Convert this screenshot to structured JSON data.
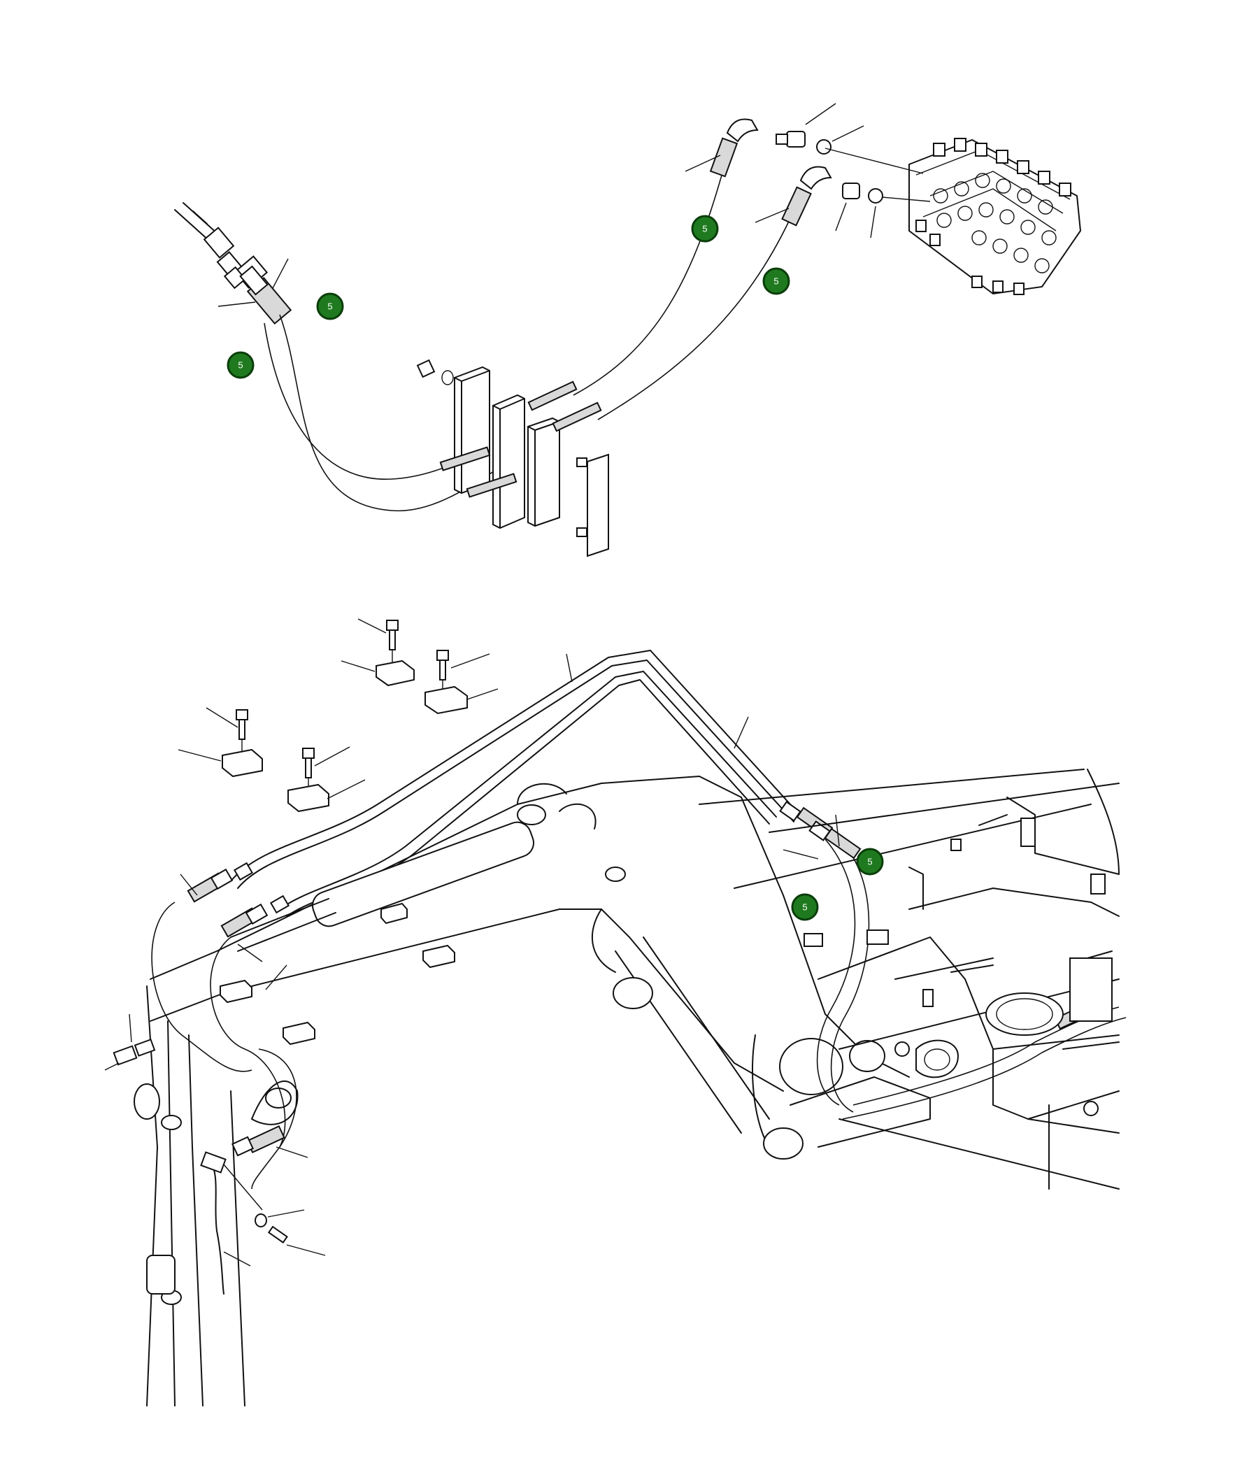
{
  "diagram": {
    "callouts": [
      {
        "id": "callout-1",
        "label": "5"
      },
      {
        "id": "callout-2",
        "label": "5"
      },
      {
        "id": "callout-3",
        "label": "5"
      },
      {
        "id": "callout-4",
        "label": "5"
      },
      {
        "id": "callout-5",
        "label": "5"
      },
      {
        "id": "callout-6",
        "label": "5"
      }
    ],
    "colors": {
      "line": "#111111",
      "background": "#ffffff",
      "marker_fill": "#1f7a1f",
      "marker_text": "#ffffff"
    }
  }
}
